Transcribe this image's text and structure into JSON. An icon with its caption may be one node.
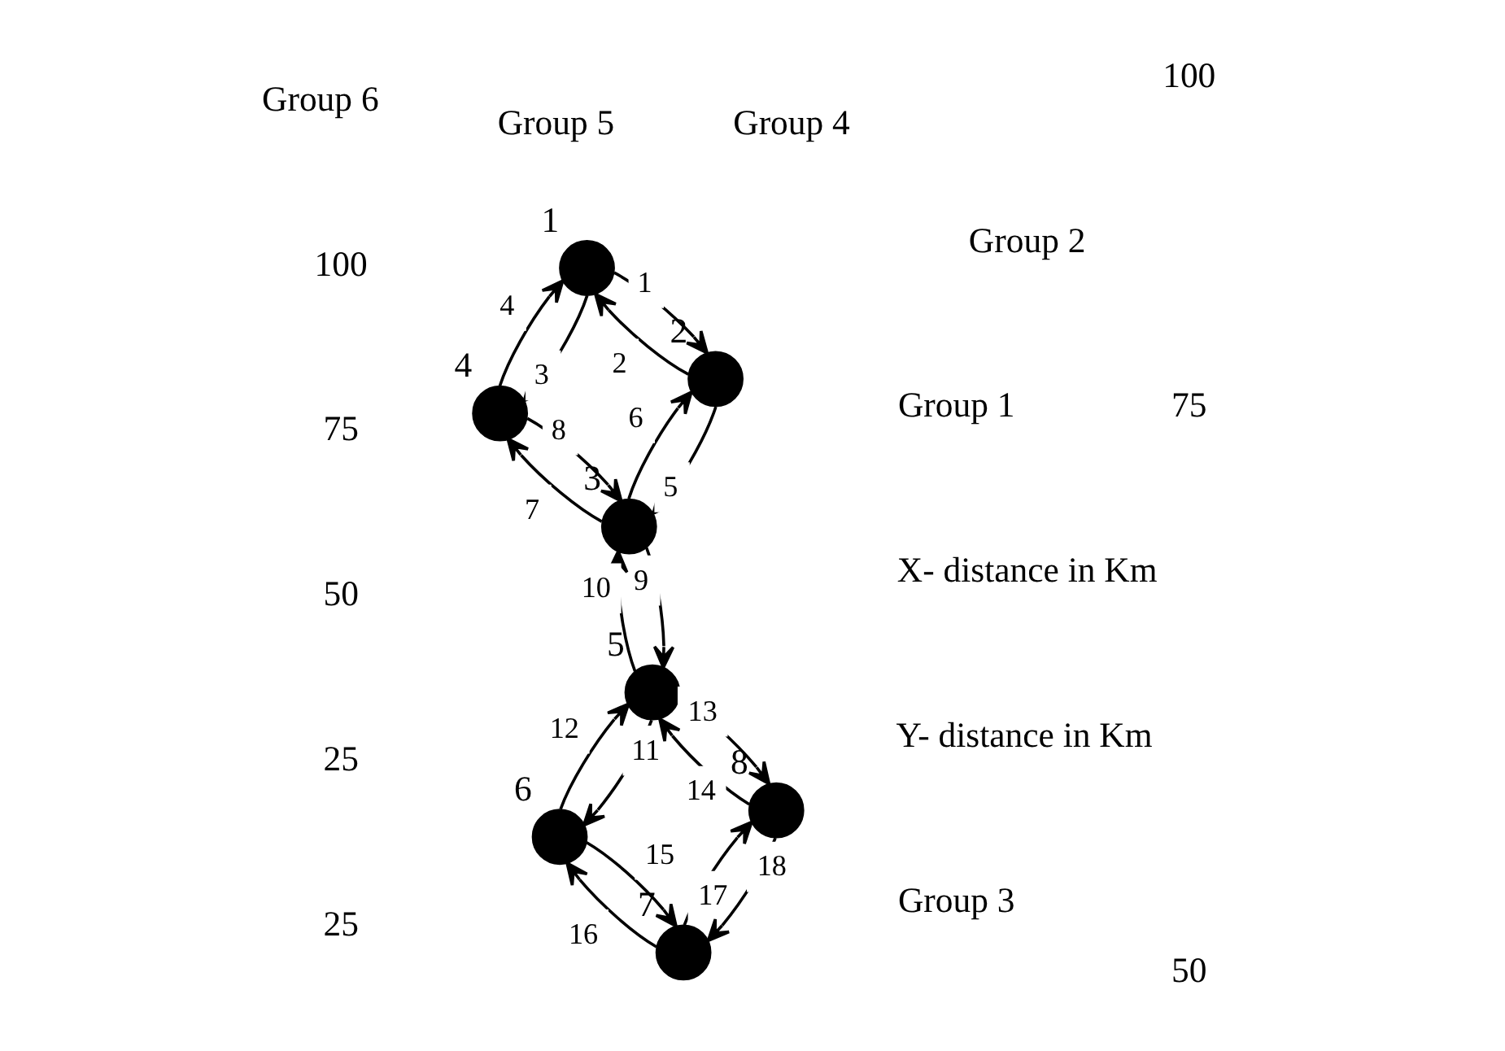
{
  "diagram": {
    "nodes": [
      {
        "text": [],
        "shape": "circle",
        "beside": [
          "1"
        ]
      },
      {
        "text": [],
        "shape": "circle",
        "beside": [
          "2"
        ]
      },
      {
        "text": [],
        "shape": "circle",
        "beside": [
          "3"
        ]
      },
      {
        "text": [],
        "shape": "circle",
        "beside": [
          "4"
        ]
      },
      {
        "text": [],
        "shape": "circle",
        "beside": [
          "5"
        ]
      },
      {
        "text": [],
        "shape": "circle",
        "beside": [
          "6"
        ]
      },
      {
        "text": [],
        "shape": "circle",
        "beside": [
          "7"
        ]
      },
      {
        "text": [],
        "shape": "circle",
        "beside": [
          "8"
        ]
      }
    ],
    "edges": [
      {
        "from": 0,
        "to": 1,
        "arrow": "to",
        "label": "1"
      },
      {
        "from": 1,
        "to": 0,
        "arrow": "to",
        "label": "2"
      },
      {
        "from": 0,
        "to": 3,
        "arrow": "to",
        "label": "3"
      },
      {
        "from": 3,
        "to": 0,
        "arrow": "to",
        "label": "4"
      },
      {
        "from": 1,
        "to": 2,
        "arrow": "to",
        "label": "5"
      },
      {
        "from": 2,
        "to": 1,
        "arrow": "to",
        "label": "6"
      },
      {
        "from": 2,
        "to": 3,
        "arrow": "to",
        "label": "7"
      },
      {
        "from": 3,
        "to": 2,
        "arrow": "to",
        "label": "8"
      },
      {
        "from": 2,
        "to": 4,
        "arrow": "to",
        "label": "9"
      },
      {
        "from": 4,
        "to": 2,
        "arrow": "to",
        "label": "10"
      },
      {
        "from": 4,
        "to": 5,
        "arrow": "to",
        "label": "11"
      },
      {
        "from": 5,
        "to": 4,
        "arrow": "to",
        "label": "12"
      },
      {
        "from": 4,
        "to": 7,
        "arrow": "to",
        "label": "13"
      },
      {
        "from": 7,
        "to": 4,
        "arrow": "to",
        "label": "14"
      },
      {
        "from": 5,
        "to": 6,
        "arrow": "to",
        "label": "15"
      },
      {
        "from": 6,
        "to": 5,
        "arrow": "to",
        "label": "16"
      },
      {
        "from": 6,
        "to": 7,
        "arrow": "to",
        "label": "17"
      },
      {
        "from": 7,
        "to": 6,
        "arrow": "to",
        "label": "18"
      }
    ],
    "labels": [
      "Group 1",
      "Group 2",
      "Group 3",
      "Group 4",
      "Group 5",
      "Group 6",
      "100",
      "75",
      "Y- distance in Km",
      "50",
      "25",
      "25",
      "50",
      "75",
      "100",
      "X- distance in Km"
    ]
  }
}
